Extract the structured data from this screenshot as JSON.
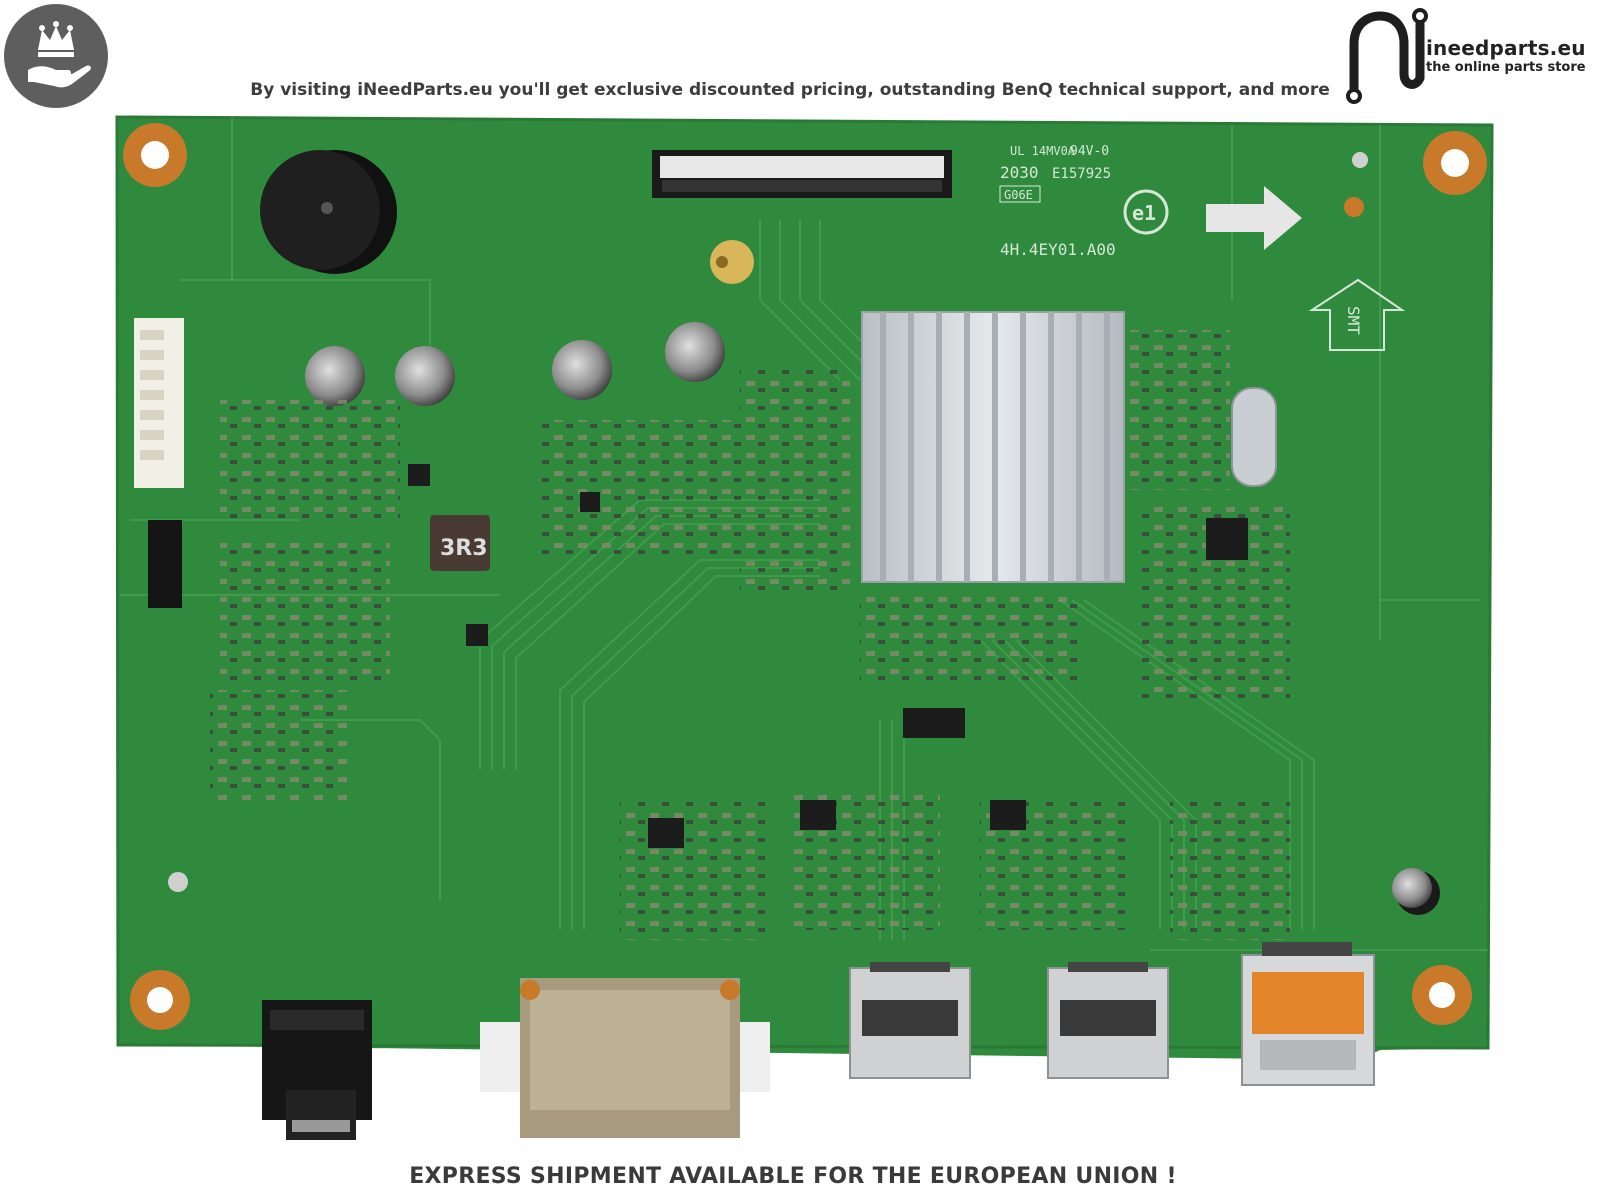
{
  "header": {
    "tagline": "By visiting iNeedParts.eu you'll get exclusive discounted pricing, outstanding BenQ technical support, and more"
  },
  "logo": {
    "name": "ineedparts.eu",
    "subtitle": "the online parts store"
  },
  "board": {
    "part_number": "4H.4EY01.A00",
    "rating_code": "94V-0",
    "cert_number": "E157925",
    "date_code": "2030",
    "batch_code": "G06E",
    "mark": "e1",
    "smt_label": "SMT",
    "chip_label": "3R3"
  },
  "footer": {
    "shipping_note": "EXPRESS SHIPMENT AVAILABLE FOR THE EUROPEAN UNION !"
  },
  "colors": {
    "pcb": "#2f8a3e",
    "pcb_dark": "#236b2f",
    "heatsink": "#cfd4d8",
    "badge": "#5e5e5e"
  }
}
